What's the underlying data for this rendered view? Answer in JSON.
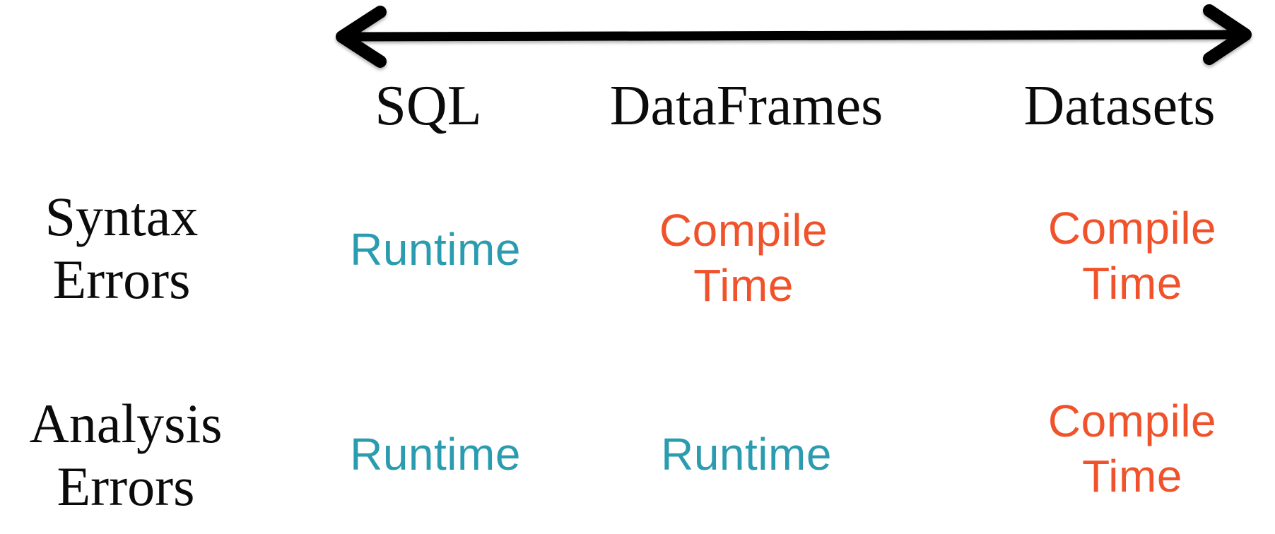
{
  "slide": {
    "title": "error-detection-comparison"
  },
  "colors": {
    "background": "#FFFFFF",
    "heading": "#0B0B0B",
    "arrow": "#000000",
    "runtime": "#2B9CB0",
    "compile": "#F0532B"
  },
  "icons": {
    "spectrum_arrow": "double-headed-horizontal-arrow"
  },
  "table": {
    "column_headers": [
      "SQL",
      "DataFrames",
      "Datasets"
    ],
    "rows": [
      {
        "label": "Syntax\nErrors",
        "cells": [
          {
            "text": "Runtime",
            "timing": "runtime"
          },
          {
            "text": "Compile\nTime",
            "timing": "compile"
          },
          {
            "text": "Compile\nTime",
            "timing": "compile"
          }
        ]
      },
      {
        "label": "Analysis\nErrors",
        "cells": [
          {
            "text": "Runtime",
            "timing": "runtime"
          },
          {
            "text": "Runtime",
            "timing": "runtime"
          },
          {
            "text": "Compile\nTime",
            "timing": "compile"
          }
        ]
      }
    ]
  }
}
